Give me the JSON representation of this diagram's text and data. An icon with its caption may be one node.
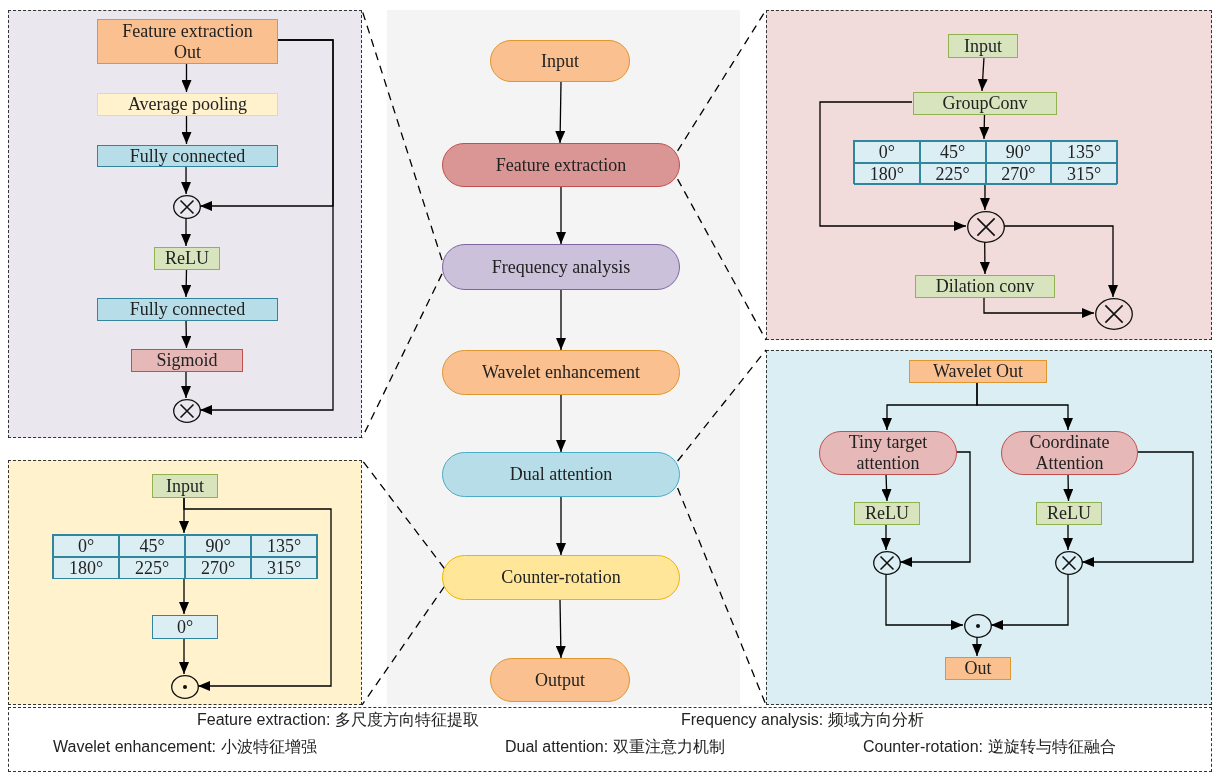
{
  "diagram": {
    "nodes": [
      {
        "text": [
          "Input"
        ]
      },
      {
        "text": [
          "Feature extraction"
        ]
      },
      {
        "text": [
          "Frequency analysis"
        ]
      },
      {
        "text": [
          "Wavelet enhancement"
        ]
      },
      {
        "text": [
          "Dual attention"
        ]
      },
      {
        "text": [
          "Counter-rotation"
        ]
      },
      {
        "text": [
          "Output"
        ]
      },
      {
        "text": [],
        "shape": "box"
      },
      {
        "text": [
          "Feature extraction Out"
        ],
        "in": 7
      },
      {
        "text": [
          "Average pooling"
        ],
        "in": 7
      },
      {
        "text": [
          "Fully connected"
        ],
        "in": 7
      },
      {
        "text": [],
        "shape": "circle",
        "in": 7
      },
      {
        "text": [
          "ReLU"
        ],
        "in": 7
      },
      {
        "text": [
          "Fully connected"
        ],
        "in": 7
      },
      {
        "text": [
          "Sigmoid"
        ],
        "in": 7
      },
      {
        "text": [],
        "shape": "circle",
        "in": 7
      },
      {
        "text": [],
        "shape": "box"
      },
      {
        "text": [
          "Input"
        ],
        "in": 16
      },
      {
        "text": [
          "GroupConv"
        ],
        "in": 16
      },
      {
        "text": [
          "0°",
          "45°",
          "90°",
          "135°",
          "180°",
          "225°",
          "270°",
          "315°"
        ],
        "in": 16
      },
      {
        "text": [],
        "shape": "circle",
        "in": 16
      },
      {
        "text": [
          "Dilation conv"
        ],
        "in": 16
      },
      {
        "text": [],
        "shape": "circle",
        "in": 16
      },
      {
        "text": [],
        "shape": "box"
      },
      {
        "text": [
          "Wavelet Out"
        ],
        "in": 23
      },
      {
        "text": [
          "Tiny target attention"
        ],
        "in": 23
      },
      {
        "text": [
          "Coordinate Attention"
        ],
        "in": 23
      },
      {
        "text": [
          "ReLU"
        ],
        "in": 23
      },
      {
        "text": [
          "ReLU"
        ],
        "in": 23
      },
      {
        "text": [],
        "shape": "circle",
        "in": 23
      },
      {
        "text": [],
        "shape": "circle",
        "in": 23
      },
      {
        "text": [],
        "shape": "circle",
        "in": 23
      },
      {
        "text": [
          "Out"
        ],
        "in": 23
      },
      {
        "text": [],
        "shape": "box"
      },
      {
        "text": [
          "Input"
        ],
        "in": 33
      },
      {
        "text": [
          "0°",
          "45°",
          "90°",
          "135°",
          "180°",
          "225°",
          "270°",
          "315°"
        ],
        "in": 33
      },
      {
        "text": [
          "0°"
        ],
        "in": 33
      },
      {
        "text": [],
        "shape": "circle",
        "in": 33
      }
    ],
    "edges": [
      {
        "from": 0,
        "to": 1,
        "arrow": "to"
      },
      {
        "from": 1,
        "to": 2,
        "arrow": "to"
      },
      {
        "from": 2,
        "to": 3,
        "arrow": "to"
      },
      {
        "from": 3,
        "to": 4,
        "arrow": "to"
      },
      {
        "from": 4,
        "to": 5,
        "arrow": "to"
      },
      {
        "from": 5,
        "to": 6,
        "arrow": "to"
      },
      {
        "from": 1,
        "to": 16,
        "arrow": "none",
        "style": "dashed"
      },
      {
        "from": 1,
        "to": 16,
        "arrow": "none",
        "style": "dashed"
      },
      {
        "from": 2,
        "to": 7,
        "arrow": "none",
        "style": "dashed"
      },
      {
        "from": 2,
        "to": 7,
        "arrow": "none",
        "style": "dashed"
      },
      {
        "from": 4,
        "to": 23,
        "arrow": "none",
        "style": "dashed"
      },
      {
        "from": 4,
        "to": 23,
        "arrow": "none",
        "style": "dashed"
      },
      {
        "from": 5,
        "to": 33,
        "arrow": "none",
        "style": "dashed"
      },
      {
        "from": 5,
        "to": 33,
        "arrow": "none",
        "style": "dashed"
      },
      {
        "from": 8,
        "to": 9,
        "arrow": "to"
      },
      {
        "from": 9,
        "to": 10,
        "arrow": "to"
      },
      {
        "from": 10,
        "to": 11,
        "arrow": "to"
      },
      {
        "from": 8,
        "to": 11,
        "arrow": "to"
      },
      {
        "from": 11,
        "to": 12,
        "arrow": "to"
      },
      {
        "from": 12,
        "to": 13,
        "arrow": "to"
      },
      {
        "from": 13,
        "to": 14,
        "arrow": "to"
      },
      {
        "from": 14,
        "to": 15,
        "arrow": "to"
      },
      {
        "from": 8,
        "to": 15,
        "arrow": "to"
      },
      {
        "from": 17,
        "to": 18,
        "arrow": "to"
      },
      {
        "from": 18,
        "to": 19,
        "arrow": "to"
      },
      {
        "from": 19,
        "to": 20,
        "arrow": "to"
      },
      {
        "from": 18,
        "to": 20,
        "arrow": "to"
      },
      {
        "from": 20,
        "to": 21,
        "arrow": "to"
      },
      {
        "from": 20,
        "to": 22,
        "arrow": "to"
      },
      {
        "from": 21,
        "to": 22,
        "arrow": "to"
      },
      {
        "from": 24,
        "to": 25,
        "arrow": "to"
      },
      {
        "from": 24,
        "to": 26,
        "arrow": "to"
      },
      {
        "from": 25,
        "to": 27,
        "arrow": "to"
      },
      {
        "from": 26,
        "to": 28,
        "arrow": "to"
      },
      {
        "from": 27,
        "to": 29,
        "arrow": "to"
      },
      {
        "from": 28,
        "to": 30,
        "arrow": "to"
      },
      {
        "from": 25,
        "to": 29,
        "arrow": "to"
      },
      {
        "from": 26,
        "to": 30,
        "arrow": "to"
      },
      {
        "from": 29,
        "to": 31,
        "arrow": "to"
      },
      {
        "from": 30,
        "to": 31,
        "arrow": "to"
      },
      {
        "from": 31,
        "to": 32,
        "arrow": "to"
      },
      {
        "from": 34,
        "to": 35,
        "arrow": "to"
      },
      {
        "from": 35,
        "to": 36,
        "arrow": "to"
      },
      {
        "from": 36,
        "to": 37,
        "arrow": "to"
      },
      {
        "from": 34,
        "to": 37,
        "arrow": "to"
      }
    ],
    "labels": [
      "Feature extraction: 多尺度方向特征提取",
      "Frequency analysis: 频域方向分析",
      "Wavelet enhancement: 小波特征增强",
      "Dual attention: 双重注意力机制",
      "Counter-rotation: 逆旋转与特征融合"
    ]
  }
}
